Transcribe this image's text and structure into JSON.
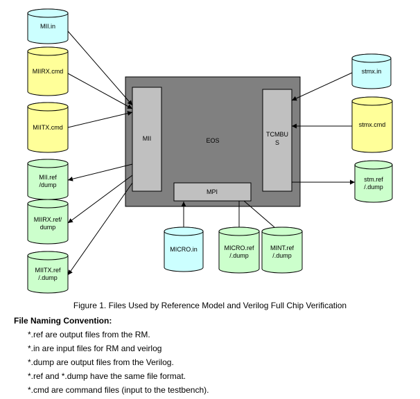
{
  "diagram": {
    "chip": {
      "label": "EOS"
    },
    "blocks": {
      "mii": {
        "label": "MII"
      },
      "tcmbus": {
        "line1": "TCMBU",
        "line2": "S"
      },
      "mpi": {
        "label": "MPI"
      }
    },
    "files": {
      "mii_in": {
        "line1": "MII.in",
        "line2": ""
      },
      "miirx_cmd": {
        "line1": "MIIRX.cmd",
        "line2": ""
      },
      "miitx_cmd": {
        "line1": "MIITX.cmd",
        "line2": ""
      },
      "mii_ref": {
        "line1": "MII.ref",
        "line2": "/dump"
      },
      "miirx_ref": {
        "line1": "MIIRX.ref/",
        "line2": "dump"
      },
      "miitx_ref": {
        "line1": "MIITX.ref",
        "line2": "/.dump"
      },
      "stmx_in": {
        "line1": "stmx.in",
        "line2": ""
      },
      "stmx_cmd": {
        "line1": "stmx.cmd",
        "line2": ""
      },
      "stm_ref": {
        "line1": "stm.ref",
        "line2": "/.dump"
      },
      "micro_in": {
        "line1": "MICRO.in",
        "line2": ""
      },
      "micro_ref": {
        "line1": "MICRO.ref",
        "line2": "/.dump"
      },
      "mint_ref": {
        "line1": "MINT.ref",
        "line2": "/.dump"
      }
    },
    "colors": {
      "input": "#ccffff",
      "command": "#ffff99",
      "output": "#ccffcc",
      "chip": "#808080",
      "block": "#c0c0c0"
    }
  },
  "caption": "Figure 1. Files Used by Reference Model and Verilog Full Chip Verification",
  "convention": {
    "title": "File Naming Convention:",
    "items": [
      "*.ref are output files from the RM.",
      "*.in are input files for RM and veirlog",
      "*.dump are output files from the Verilog.",
      "*.ref and *.dump have the same file format.",
      "*.cmd are command files (input to the testbench)."
    ]
  }
}
